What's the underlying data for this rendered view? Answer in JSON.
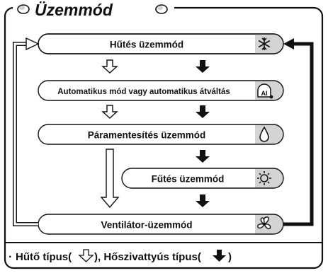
{
  "header": {
    "title": "Üzemmód"
  },
  "modes": [
    {
      "label": "Hűtés üzemmód",
      "icon": "snowflake-icon"
    },
    {
      "label": "Automatikus mód vagy automatikus átváltás",
      "icon": "auto-ai-icon"
    },
    {
      "label": "Páramentesítés üzemmód",
      "icon": "water-drop-icon"
    },
    {
      "label": "Fűtés üzemmód",
      "icon": "sun-icon"
    },
    {
      "label": "Ventilátor-üzemmód",
      "icon": "fan-icon"
    }
  ],
  "legend": {
    "bullet": "·",
    "text_a": "Hűtő típus(",
    "text_b": "), Hőszivattyús típus(",
    "text_c": ")"
  },
  "colors": {
    "line": "#111111",
    "box_fill": "#ffffff",
    "background": "#ffffff"
  }
}
